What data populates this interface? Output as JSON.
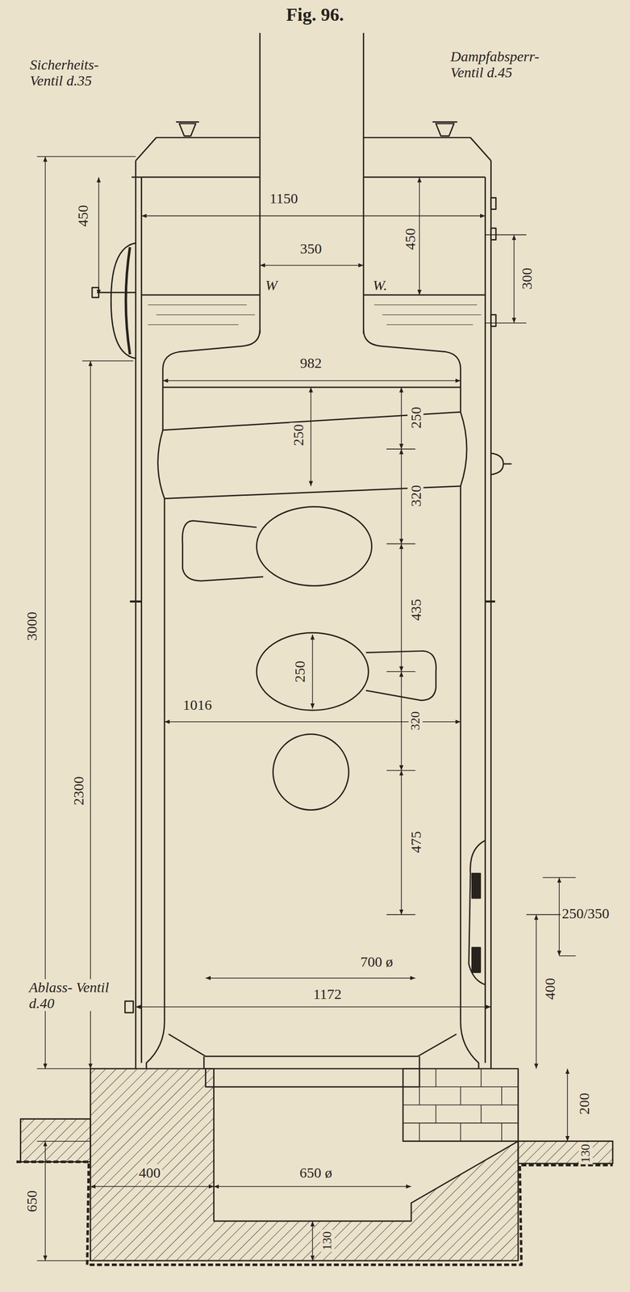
{
  "diagram": {
    "title": "Fig. 96.",
    "labels": [
      "Sicherheits- Ventil d.35",
      "Dampfabsperr- Ventil d.45",
      "450",
      "1150",
      "350",
      "450",
      "300",
      "W",
      "W.",
      "982",
      "250",
      "250",
      "320",
      "435",
      "250",
      "1016",
      "320",
      "475",
      "3000",
      "2300",
      "250/350",
      "700 ø",
      "1172",
      "400",
      "Ablass- Ventil d.40",
      "200",
      "130",
      "400",
      "650 ø",
      "650",
      "130"
    ]
  }
}
